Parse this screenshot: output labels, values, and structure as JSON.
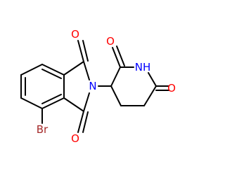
{
  "molecule": {
    "atoms": {
      "o_top": "O",
      "o_bottom": "O",
      "n_imide": "N",
      "nh_ring": "NH",
      "o_piperidine_left": "O",
      "o_piperidine_right": "O",
      "br": "Br"
    },
    "colors": {
      "bond": "#000000",
      "oxygen": "#ff0000",
      "nitrogen": "#0000ff",
      "bromine": "#a52a2a"
    }
  }
}
